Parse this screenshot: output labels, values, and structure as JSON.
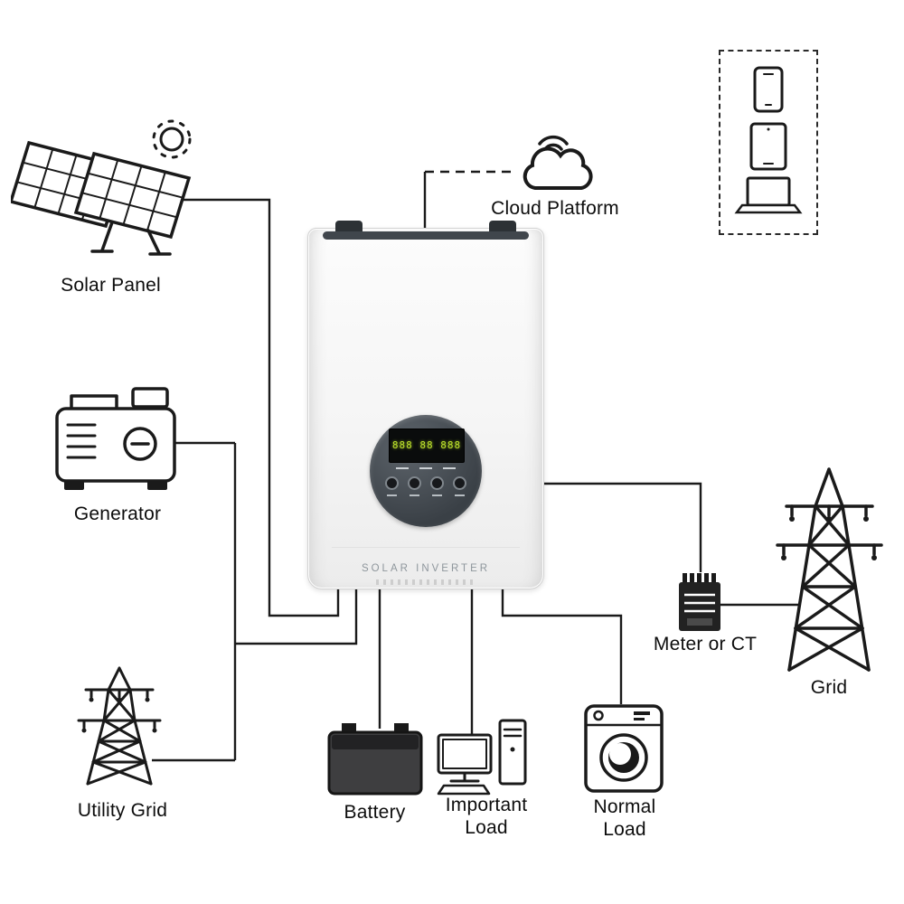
{
  "diagram": {
    "nodes": {
      "solar_panel": {
        "label": "Solar Panel"
      },
      "cloud_platform": {
        "label": "Cloud Platform"
      },
      "connected_devices": {
        "items": [
          "smartphone-icon",
          "tablet-icon",
          "laptop-icon"
        ]
      },
      "generator": {
        "label": "Generator"
      },
      "utility_grid": {
        "label": "Utility Grid"
      },
      "inverter": {
        "brand": "SOLAR INVERTER",
        "lcd": "888 88 888"
      },
      "meter": {
        "label": "Meter or CT"
      },
      "grid": {
        "label": "Grid"
      },
      "battery": {
        "label": "Battery"
      },
      "important_load": {
        "label": "Important Load"
      },
      "normal_load": {
        "label": "Normal Load"
      }
    },
    "colors": {
      "line": "#1a1a1a",
      "lcd_text": "#bfe52c",
      "inverter_panel_dark": "#3c4247",
      "inverter_body": "#f5f5f5"
    }
  }
}
